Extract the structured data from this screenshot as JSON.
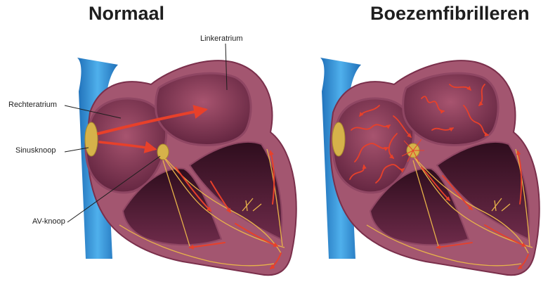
{
  "titles": {
    "normal": "Normaal",
    "afib": "Boezemfibrilleren"
  },
  "labels": {
    "left_atrium": "Linkeratrium",
    "right_atrium": "Rechteratrium",
    "sinus_node": "Sinusknoop",
    "av_node": "AV-knoop"
  },
  "colors": {
    "vessel": "#2f8fd4",
    "heart_wall": "#a35670",
    "heart_outline": "#7a2f4b",
    "chamber": "#6a2846",
    "chamber_dark": "#3f1326",
    "node": "#d6b24a",
    "conduction": "#e8b34a",
    "signal_arrow": "#e8402a"
  }
}
